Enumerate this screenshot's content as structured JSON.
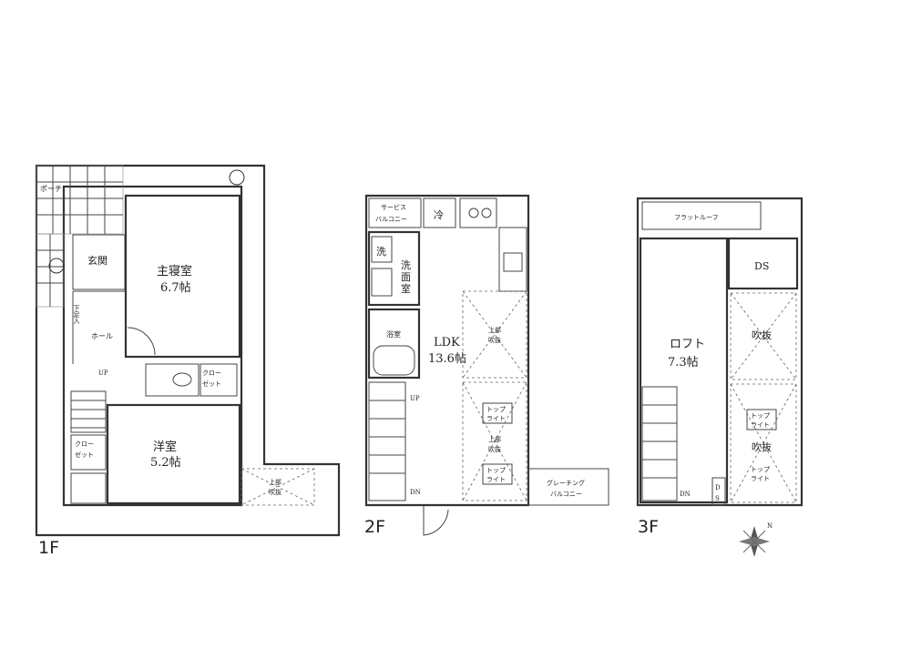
{
  "floors": {
    "f1": {
      "label": "1F",
      "rooms": {
        "porch": "ポーチ",
        "entrance": "玄関",
        "shoe_storage": "下足入",
        "hall": "ホール",
        "up": "UP",
        "master_bedroom": "主寝室",
        "master_bedroom_size": "6.7帖",
        "closet1_line1": "クロー",
        "closet1_line2": "ゼット",
        "closet2_line1": "クロー",
        "closet2_line2": "ゼット",
        "western_room": "洋室",
        "western_room_size": "5.2帖",
        "upper_void_line1": "上部",
        "upper_void_line2": "吹抜"
      }
    },
    "f2": {
      "label": "2F",
      "rooms": {
        "service_balcony_line1": "サービス",
        "service_balcony_line2": "バルコニー",
        "fridge": "冷",
        "laundry": "洗",
        "washroom_line1": "洗",
        "washroom_line2": "面",
        "washroom_line3": "室",
        "bathroom": "浴室",
        "ldk": "LDK",
        "ldk_size": "13.6帖",
        "upper_void1_line1": "上部",
        "upper_void1_line2": "吹抜",
        "toplight1_line1": "トップ",
        "toplight1_line2": "ライト",
        "upper_void2_line1": "上部",
        "upper_void2_line2": "吹抜",
        "toplight2_line1": "トップ",
        "toplight2_line2": "ライト",
        "up": "UP",
        "dn": "DN",
        "grating_balcony_line1": "グレーチング",
        "grating_balcony_line2": "バルコニー"
      }
    },
    "f3": {
      "label": "3F",
      "rooms": {
        "flat_roof": "フラットルーフ",
        "ds1": "DS",
        "loft": "ロフト",
        "loft_size": "7.3帖",
        "void1": "吹抜",
        "toplight1_line1": "トップ",
        "toplight1_line2": "ライト",
        "void2": "吹抜",
        "toplight2_line1": "トップ",
        "toplight2_line2": "ライト",
        "dn": "DN",
        "ds2_line1": "D",
        "ds2_line2": "S"
      }
    }
  },
  "compass": {
    "north_mark": "N"
  }
}
